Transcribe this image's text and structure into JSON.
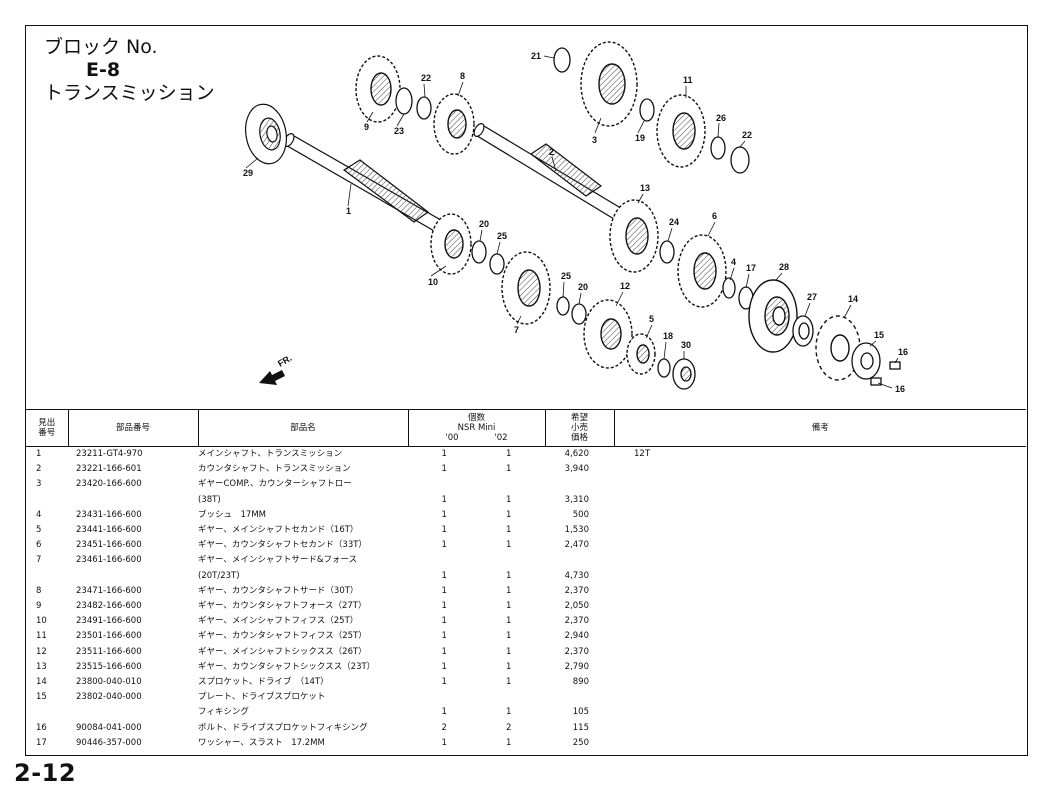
{
  "block": {
    "label": "ブロック No.",
    "code": "E-8",
    "title": "トランスミッション"
  },
  "diagram": {
    "direction_label": "FR.",
    "callouts": [
      "1",
      "2",
      "3",
      "4",
      "5",
      "6",
      "7",
      "8",
      "9",
      "10",
      "11",
      "12",
      "13",
      "14",
      "15",
      "16",
      "16",
      "17",
      "18",
      "19",
      "20",
      "20",
      "21",
      "22",
      "22",
      "23",
      "24",
      "25",
      "25",
      "26",
      "27",
      "28",
      "29",
      "30"
    ]
  },
  "table": {
    "headers": {
      "ref_line1": "見出",
      "ref_line2": "番号",
      "part_number": "部品番号",
      "part_name": "部品名",
      "qty": "個数",
      "model": "NSR Mini",
      "year1": "'00",
      "year2": "'02",
      "price_line1": "希望",
      "price_line2": "小売",
      "price_line3": "価格",
      "notes": "備考"
    },
    "rows": [
      {
        "ref": "1",
        "pn": "23211-GT4-970",
        "name": "メインシャフト、トランスミッション",
        "q1": "1",
        "q2": "1",
        "price": "4,620",
        "notes": "12T"
      },
      {
        "ref": "2",
        "pn": "23221-166-601",
        "name": "カウンタシャフト、トランスミッション",
        "q1": "1",
        "q2": "1",
        "price": "3,940",
        "notes": ""
      },
      {
        "ref": "3",
        "pn": "23420-166-600",
        "name": "ギヤーCOMP.、カウンターシャフトロー",
        "q1": "",
        "q2": "",
        "price": "",
        "notes": ""
      },
      {
        "ref": "",
        "pn": "",
        "name": "(38T)",
        "q1": "1",
        "q2": "1",
        "price": "3,310",
        "notes": ""
      },
      {
        "ref": "4",
        "pn": "23431-166-600",
        "name": "ブッシュ　17MM",
        "q1": "1",
        "q2": "1",
        "price": "500",
        "notes": ""
      },
      {
        "ref": "5",
        "pn": "23441-166-600",
        "name": "ギヤー、メインシャフトセカンド（16T）",
        "q1": "1",
        "q2": "1",
        "price": "1,530",
        "notes": ""
      },
      {
        "ref": "6",
        "pn": "23451-166-600",
        "name": "ギヤー、カウンタシャフトセカンド（33T）",
        "q1": "1",
        "q2": "1",
        "price": "2,470",
        "notes": ""
      },
      {
        "ref": "7",
        "pn": "23461-166-600",
        "name": "ギヤー、メインシャフトサード&フォース",
        "q1": "",
        "q2": "",
        "price": "",
        "notes": ""
      },
      {
        "ref": "",
        "pn": "",
        "name": "(20T/23T)",
        "q1": "1",
        "q2": "1",
        "price": "4,730",
        "notes": ""
      },
      {
        "ref": "8",
        "pn": "23471-166-600",
        "name": "ギヤー、カウンタシャフトサード（30T）",
        "q1": "1",
        "q2": "1",
        "price": "2,370",
        "notes": ""
      },
      {
        "ref": "9",
        "pn": "23482-166-600",
        "name": "ギヤー、カウンタシャフトフォース（27T）",
        "q1": "1",
        "q2": "1",
        "price": "2,050",
        "notes": ""
      },
      {
        "ref": "10",
        "pn": "23491-166-600",
        "name": "ギヤー、メインシャフトフィフス（25T）",
        "q1": "1",
        "q2": "1",
        "price": "2,370",
        "notes": ""
      },
      {
        "ref": "11",
        "pn": "23501-166-600",
        "name": "ギヤー、カウンタシャフトフィフス（25T）",
        "q1": "1",
        "q2": "1",
        "price": "2,940",
        "notes": ""
      },
      {
        "ref": "12",
        "pn": "23511-166-600",
        "name": "ギヤー、メインシャフトシックスス（26T）",
        "q1": "1",
        "q2": "1",
        "price": "2,370",
        "notes": ""
      },
      {
        "ref": "13",
        "pn": "23515-166-600",
        "name": "ギヤー、カウンタシャフトシックスス（23T）",
        "q1": "1",
        "q2": "1",
        "price": "2,790",
        "notes": ""
      },
      {
        "ref": "14",
        "pn": "23800-040-010",
        "name": "スプロケット、ドライブ　（14T）",
        "q1": "1",
        "q2": "1",
        "price": "890",
        "notes": ""
      },
      {
        "ref": "15",
        "pn": "23802-040-000",
        "name": "プレート、ドライブスプロケット",
        "q1": "",
        "q2": "",
        "price": "",
        "notes": ""
      },
      {
        "ref": "",
        "pn": "",
        "name": "フィキシング",
        "q1": "1",
        "q2": "1",
        "price": "105",
        "notes": ""
      },
      {
        "ref": "16",
        "pn": "90084-041-000",
        "name": "ボルト、ドライブスプロケットフィキシング",
        "q1": "2",
        "q2": "2",
        "price": "115",
        "notes": ""
      },
      {
        "ref": "17",
        "pn": "90446-357-000",
        "name": "ワッシャー、スラスト　17.2MM",
        "q1": "1",
        "q2": "1",
        "price": "250",
        "notes": ""
      }
    ]
  },
  "page_number": "2-12"
}
